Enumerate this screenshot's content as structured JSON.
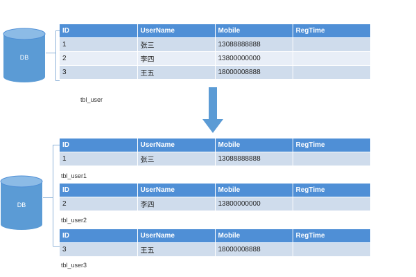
{
  "db_label": "DB",
  "columns": [
    "ID",
    "UserName",
    "Mobile",
    "RegTime"
  ],
  "top_table": {
    "name": "tbl_user",
    "rows": [
      [
        "1",
        "张三",
        "13088888888",
        ""
      ],
      [
        "2",
        "李四",
        "13800000000",
        ""
      ],
      [
        "3",
        "王五",
        "18000008888",
        ""
      ]
    ]
  },
  "split_tables": [
    {
      "name": "tbl_user1",
      "rows": [
        [
          "1",
          "张三",
          "13088888888",
          ""
        ]
      ]
    },
    {
      "name": "tbl_user2",
      "rows": [
        [
          "2",
          "李四",
          "13800000000",
          ""
        ]
      ]
    },
    {
      "name": "tbl_user3",
      "rows": [
        [
          "3",
          "王五",
          "18000008888",
          ""
        ]
      ]
    }
  ],
  "colors": {
    "header": "#4f8fd6",
    "row_dark": "#cfdcec",
    "row_light": "#e8eef7",
    "db_fill": "#5b9bd5",
    "arrow": "#5b9bd5"
  }
}
